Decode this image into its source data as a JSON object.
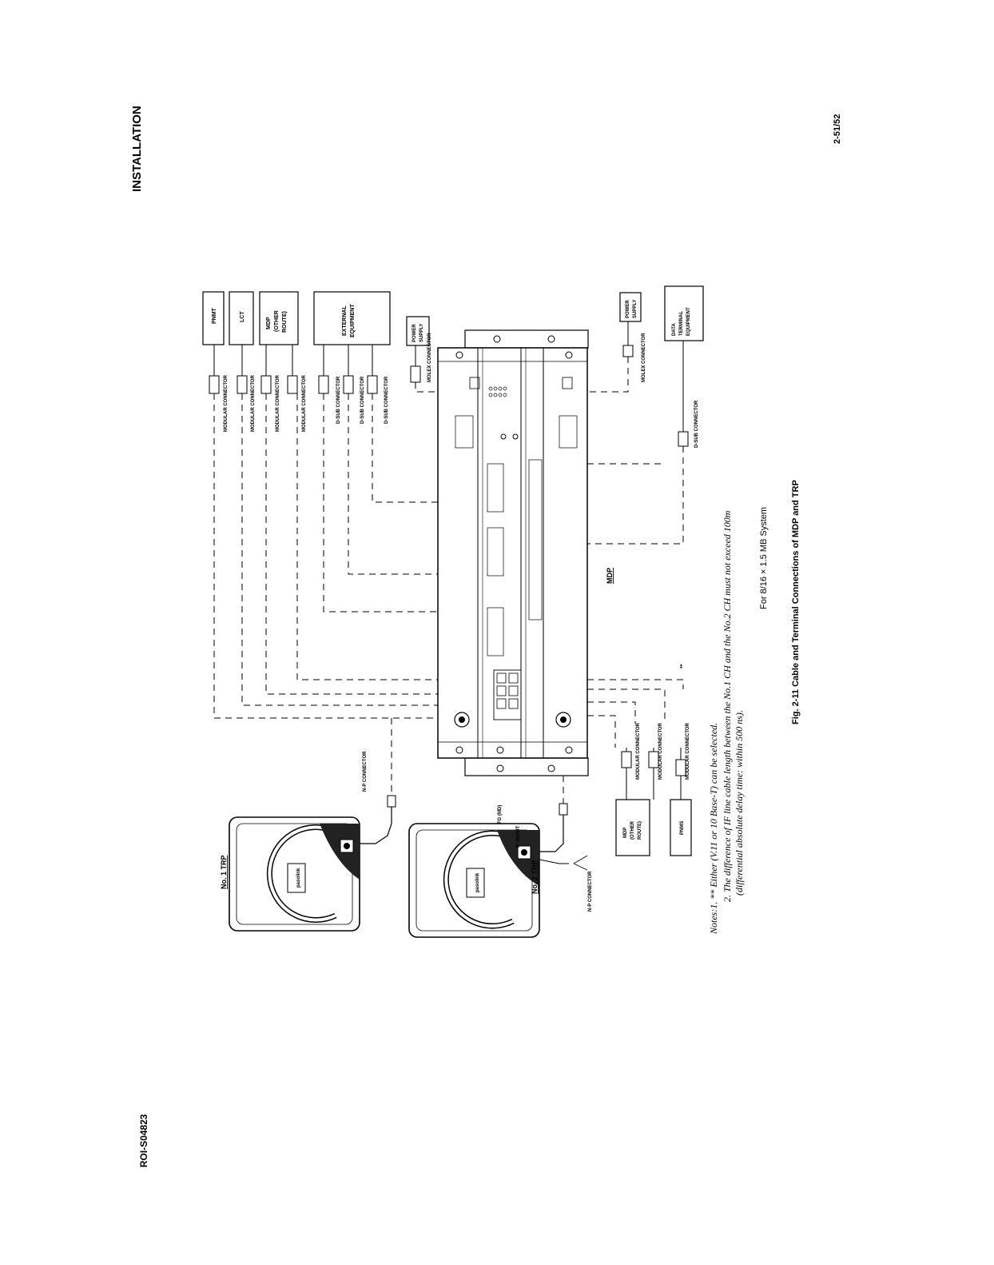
{
  "header": {
    "section": "INSTALLATION",
    "page_number": "2-51/52",
    "doc_id": "ROI-S04823"
  },
  "diagram": {
    "mdp_label": "MDP",
    "boxes": {
      "pnmt": "PNMT",
      "lct": "LCT",
      "mdp_other_route_top": [
        "MDP",
        "(OTHER",
        "ROUTE)"
      ],
      "external_equipment": [
        "EXTERNAL",
        "EQUIPMENT"
      ],
      "power_supply_top": [
        "POWER",
        "SUPPLY"
      ],
      "power_supply_bottom": [
        "POWER",
        "SUPPLY"
      ],
      "data_terminal": [
        "DATA",
        "TERMINAL",
        "EQUIPMENT"
      ],
      "mdp_other_route_bottom": [
        "MDP",
        "(OTHER",
        "ROUTE)"
      ],
      "pnms": "PNMS"
    },
    "connector_labels": {
      "modular_1": "MODULAR CONNECTOR",
      "modular_2": "MODULAR CONNECTOR",
      "modular_3": "MODULAR CONNECTOR",
      "modular_4": "MODULAR CONNECTOR",
      "dsub_1": "D-SUB CONNECTOR",
      "dsub_2": "D-SUB CONNECTOR",
      "dsub_3": "D-SUB CONNECTOR",
      "molex_top": "MOLEX CONNECTOR",
      "molex_bottom": "MOLEX CONNECTOR",
      "dsub_bottom": "D-SUB CONNECTOR",
      "modular_b1": "MODULAR CONNECTOR",
      "modular_b2": "MODULAR CONNECTOR",
      "modular_b3": "MODULAR CONNECTOR",
      "np_connector_1": "N-P CONNECTOR",
      "np_connector_2": "N-P CONNECTOR",
      "fg_md": "FG (MD)",
      "if_inout": "IF IN/OUT",
      "double_star": "**"
    },
    "trp1_label": "No. 1 TRP",
    "trp2_label": "No. 2 TRP",
    "trp_logo": "pasolink"
  },
  "notes": {
    "line1": "Notes:1. ** Either (V.11 or 10 Base-T) can be selected.",
    "line2": "2. The difference of IF line cable length between the No.1 CH and the No.2 CH must not exceed 100m",
    "line3": "(differential absolute delay time: within 500 ns)."
  },
  "system_label": "For 8/16 × 1.5 MB System",
  "figure_caption": "Fig. 2-11  Cable and Terminal Connections of MDP and TRP"
}
